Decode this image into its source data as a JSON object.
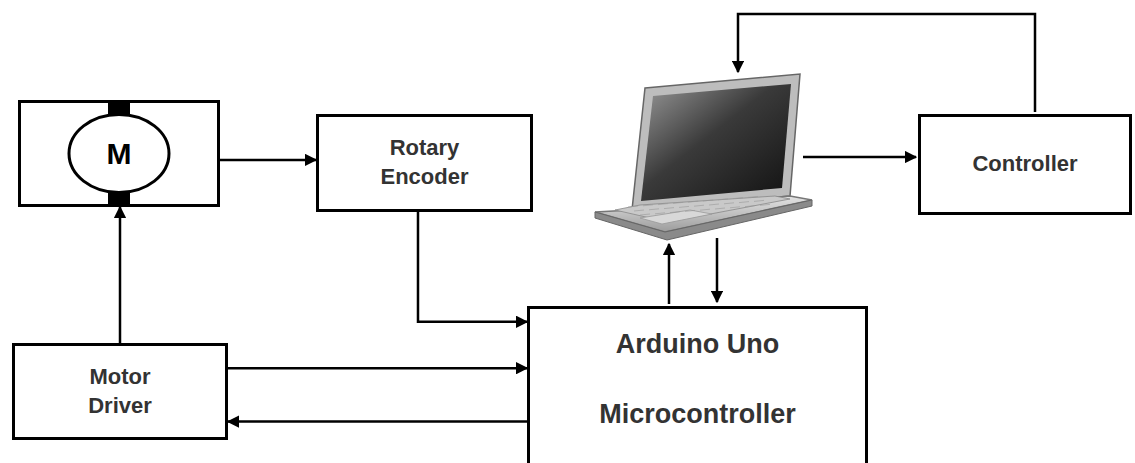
{
  "diagram": {
    "nodes": [
      {
        "text": [
          "M"
        ]
      },
      {
        "text": [
          "Rotary Encoder"
        ]
      },
      {
        "text": [
          "Arduino Uno",
          "Microcontroller"
        ]
      },
      {
        "text": [
          "Motor Driver"
        ]
      },
      {
        "text": [
          "Controller"
        ]
      }
    ],
    "edges": [
      {
        "from": 0,
        "to": 1,
        "arrow": "to"
      },
      {
        "from": 1,
        "to": 2,
        "arrow": "to"
      },
      {
        "from": 3,
        "to": 0,
        "arrow": "to"
      },
      {
        "from": 3,
        "to": 2,
        "arrow": "to"
      },
      {
        "from": 2,
        "to": 3,
        "arrow": "to"
      }
    ]
  }
}
